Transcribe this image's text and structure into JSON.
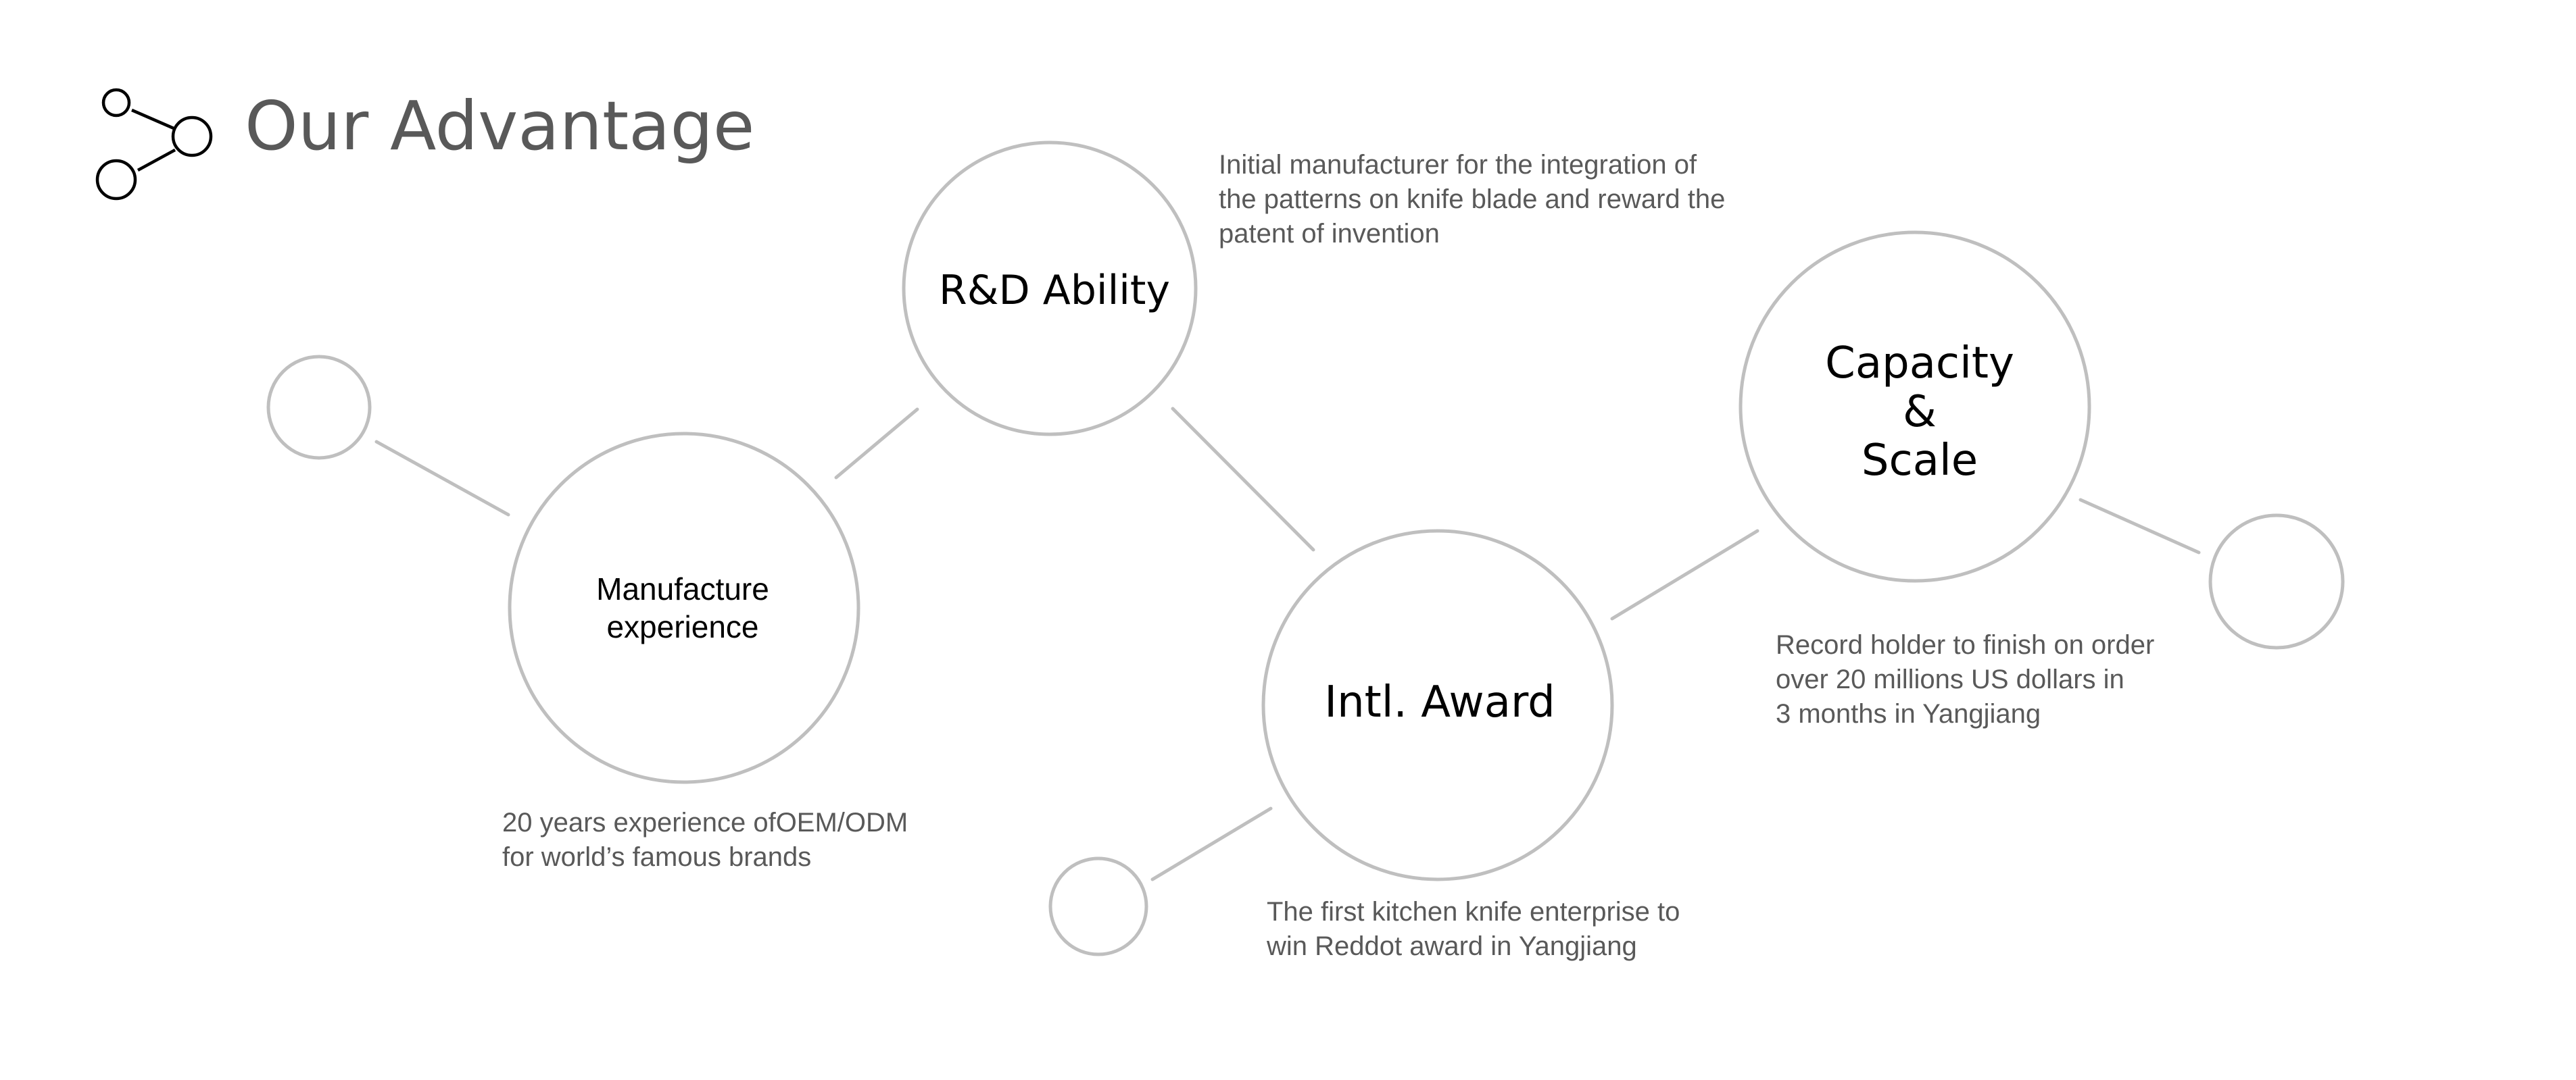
{
  "title": "Our Advantage",
  "nodes": {
    "manufacture": {
      "lines": [
        "Manufacture",
        "experience"
      ]
    },
    "rd": {
      "lines": [
        "R&D Ability"
      ]
    },
    "award": {
      "lines": [
        "Intl. Award"
      ]
    },
    "capacity": {
      "lines": [
        "Capacity",
        "&",
        "Scale"
      ]
    }
  },
  "descriptions": {
    "rd": [
      "Initial manufacturer for the integration of",
      "the patterns on knife blade and reward the",
      "patent of invention"
    ],
    "manufacture": [
      "20 years experience ofOEM/ODM",
      "for world’s famous brands"
    ],
    "award": [
      "The first kitchen knife enterprise to",
      "win Reddot award in Yangjiang"
    ],
    "capacity": [
      "Record holder to finish on order",
      "over 20 millions US dollars in",
      "3 months in Yangjiang"
    ]
  },
  "colors": {
    "circle_stroke": "#BFBFBF",
    "connector": "#BFBFBF",
    "title_text": "#595959",
    "body_text": "#595959",
    "node_text": "#000000",
    "icon_stroke": "#000000"
  },
  "icons": {
    "title_icon": "share-nodes-icon"
  }
}
